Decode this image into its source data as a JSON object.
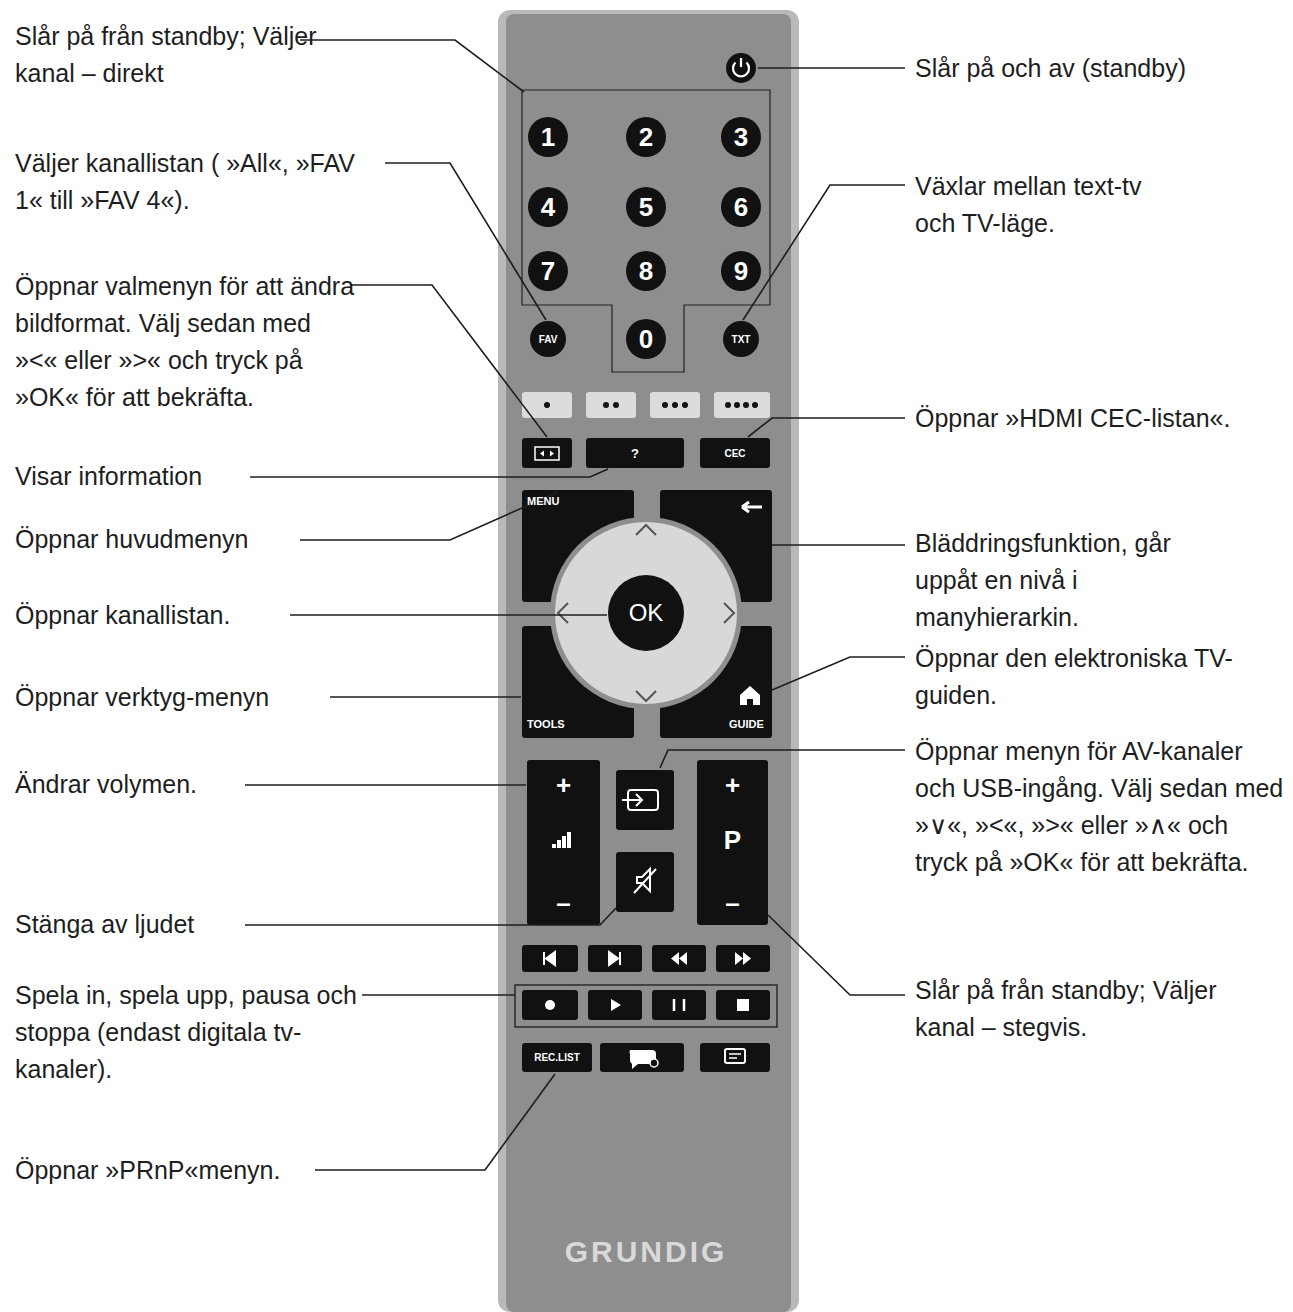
{
  "diagram": {
    "labels": [
      "Slår på från standby; Väljer kanal – direkt",
      "Slår på och av (standby)",
      "Väljer kanallistan ( »All«, »FAV 1« till »FAV 4«).",
      "Växlar mellan text-tv och TV-läge.",
      "Öppnar valmenyn för att ändra bildformat. Välj sedan med »<« eller »>« och tryck på »OK« för att bekräfta.",
      "Öppnar »HDMI CEC-listan«.",
      "Visar information",
      "Öppnar huvudmenyn",
      "Bläddringsfunktion, går uppåt en nivå i manyhierarkin.",
      "Öppnar kanallistan.",
      "Öppnar den elektroniska TV-guiden.",
      "Öppnar verktyg-menyn",
      "Öppnar menyn för AV-kanaler och USB-ingång. Välj sedan med »∨«, »<«, »>« eller »∧« och tryck på »OK« för att bekräfta.",
      "Ändrar volymen.",
      "Stänga av ljudet",
      "Slår på från standby; Väljer kanal – stegvis.",
      "Spela in, spela upp, pausa och stoppa (endast digitala tv-kanaler).",
      "Öppnar »PRnP«menyn.",
      "1",
      "2",
      "3",
      "4",
      "5",
      "6",
      "7",
      "8",
      "9",
      "0",
      "FAV",
      "TXT",
      "?",
      "CEC",
      "MENU",
      "OK",
      "TOOLS",
      "GUIDE",
      "+",
      "–",
      "P",
      "+",
      "–",
      "REC.LIST",
      "GRUNDIG"
    ]
  }
}
